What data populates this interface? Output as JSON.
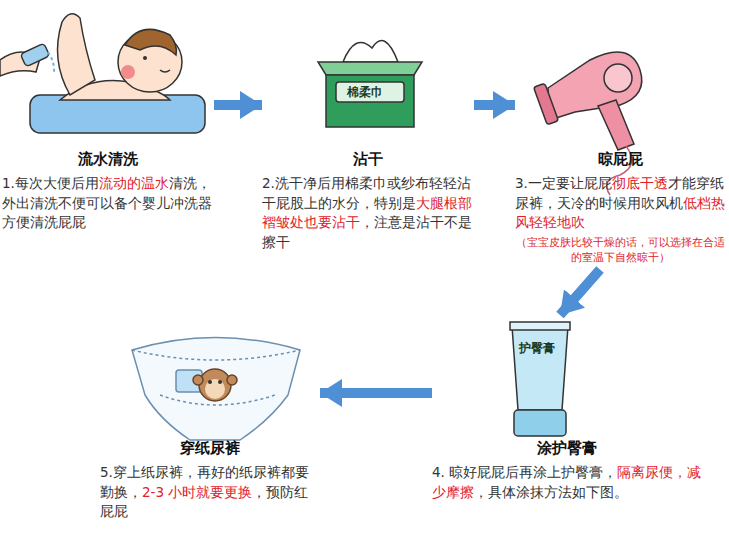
{
  "diagram": {
    "nodes": [
      {
        "text": [
          "流水清洗",
          "1.每次大便后用流动的温水清洗，外出清洗不便可以备个婴儿冲洗器方便清洗屁屁"
        ]
      },
      {
        "text": [
          "沾干",
          "2.洗干净后用棉柔巾或纱布轻轻沾干屁股上的水分，特别是大腿根部褶皱处也要沾干，注意是沾干不是擦干"
        ]
      },
      {
        "text": [
          "晾屁屁",
          "3.一定要让屁屁彻底干透才能穿纸尿裤，天冷的时候用吹风机低档热风轻轻地吹",
          "（宝宝皮肤比较干燥的话，可以选择在合适的室温下自然晾干）"
        ]
      },
      {
        "text": [
          "涂护臀膏",
          "4. 晾好屁屁后再涂上护臀膏，隔离尿便，减少摩擦，具体涂抹方法如下图。"
        ]
      },
      {
        "text": [
          "穿纸尿裤",
          "5.穿上纸尿裤，再好的纸尿裤都要勤换，2-3 小时就要更换，预防红屁屁"
        ]
      }
    ],
    "edges": [
      {
        "from": 0,
        "to": 1,
        "arrow": "to"
      },
      {
        "from": 1,
        "to": 2,
        "arrow": "to"
      },
      {
        "from": 2,
        "to": 3,
        "arrow": "to"
      },
      {
        "from": 3,
        "to": 4,
        "arrow": "to"
      }
    ],
    "labels": [
      "棉柔巾",
      "护臀膏"
    ]
  }
}
